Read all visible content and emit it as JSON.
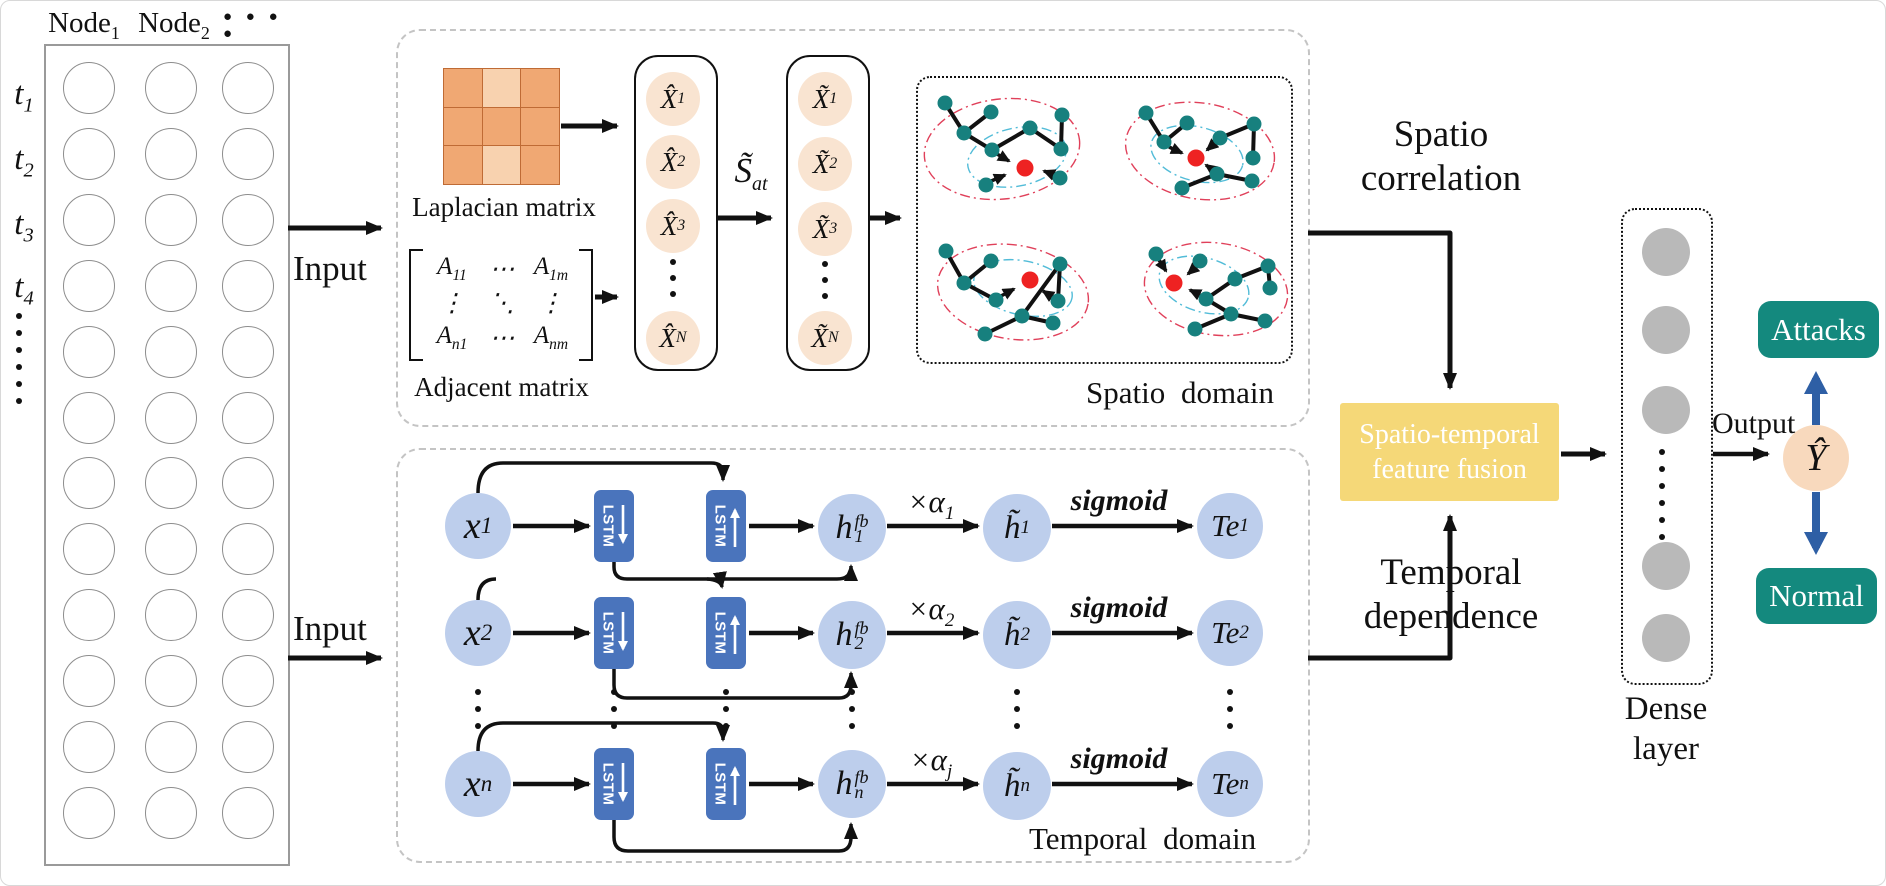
{
  "left_panel": {
    "headers": [
      {
        "base": "Node",
        "sub": "1"
      },
      {
        "base": "Node",
        "sub": "2"
      }
    ],
    "header_dots": "● ● ● ●",
    "time_labels": [
      {
        "base": "t",
        "sub": "1"
      },
      {
        "base": "t",
        "sub": "2"
      },
      {
        "base": "t",
        "sub": "3"
      },
      {
        "base": "t",
        "sub": "4"
      }
    ],
    "grid": {
      "rows": 12,
      "cols": 3
    }
  },
  "input_labels": {
    "top": "Input",
    "bottom": "Input"
  },
  "spatio": {
    "laplacian_label": "Laplacian matrix",
    "laplacian_cells": [
      "d",
      "l",
      "d",
      "d",
      "d",
      "d",
      "d",
      "l",
      "d"
    ],
    "adjacency": {
      "r1c1": {
        "base": "A",
        "sub": "11"
      },
      "r1c2": "⋯",
      "r1c3": {
        "base": "A",
        "sub": "1m"
      },
      "r2c1": "⋮",
      "r2c2": "⋱",
      "r2c3": "⋮",
      "r3c1": {
        "base": "A",
        "sub": "n1"
      },
      "r3c2": "⋯",
      "r3c3": {
        "base": "A",
        "sub": "nm"
      }
    },
    "adjacent_label": "Adjacent matrix",
    "xhat_column": [
      {
        "base": "X̂",
        "sub": "1"
      },
      {
        "base": "X̂",
        "sub": "2"
      },
      {
        "base": "X̂",
        "sub": "3"
      },
      {
        "base": "X̂",
        "sub": "N"
      }
    ],
    "transform_label": {
      "base": "S̃",
      "sub": "at"
    },
    "xtilde_column": [
      {
        "base": "X̃",
        "sub": "1"
      },
      {
        "base": "X̃",
        "sub": "2"
      },
      {
        "base": "X̃",
        "sub": "3"
      },
      {
        "base": "X̃",
        "sub": "N"
      }
    ],
    "domain_label": "Spatio domain"
  },
  "temporal": {
    "lstm_label": "LSTM",
    "sigmoid_label": "sigmoid",
    "rows": [
      {
        "x": {
          "base": "x",
          "sub": "1"
        },
        "h": {
          "base": "h",
          "sub": "1",
          "sup": "fb"
        },
        "alpha": {
          "base": "×α",
          "sub": "1"
        },
        "ht": {
          "base": "h̃",
          "sub": "1"
        },
        "te": {
          "base": "Te",
          "sub": "1"
        }
      },
      {
        "x": {
          "base": "x",
          "sub": "2"
        },
        "h": {
          "base": "h",
          "sub": "2",
          "sup": "fb"
        },
        "alpha": {
          "base": "×α",
          "sub": "2"
        },
        "ht": {
          "base": "h̃",
          "sub": "2"
        },
        "te": {
          "base": "Te",
          "sub": "2"
        }
      },
      {
        "x": {
          "base": "x",
          "sub": "n"
        },
        "h": {
          "base": "h",
          "sub": "n",
          "sup": "fb"
        },
        "alpha": {
          "base": "×α",
          "sub": "j"
        },
        "ht": {
          "base": "h̃",
          "sub": "n"
        },
        "te": {
          "base": "Te",
          "sub": "n"
        }
      }
    ],
    "domain_label": "Temporal domain"
  },
  "fusion": {
    "line1": "Spatio-temporal",
    "line2": "feature fusion"
  },
  "flow_labels": {
    "spatio_correlation": [
      "Spatio",
      "correlation"
    ],
    "temporal_dependence": [
      "Temporal",
      "dependence"
    ],
    "output": "Output",
    "dense_layer": [
      "Dense",
      "layer"
    ]
  },
  "classifier": {
    "y_hat": "Ŷ",
    "attacks": "Attacks",
    "normal": "Normal"
  },
  "dense": {
    "circles": 5
  },
  "colors": {
    "lstm_blue": "#4a74bc",
    "node_blue": "#bdceec",
    "peach": "#f9e4d1",
    "peach_dark": "#f8d9bd",
    "lap_dark": "#f0a873",
    "lap_light": "#f8d2af",
    "lap_border": "#bf6b35",
    "fusion_yellow": "#f5d878",
    "teal_box": "#14897e",
    "arrow_blue": "#2e5fa5",
    "graph_teal": "#17807e",
    "graph_red": "#ee2222",
    "contour_red": "#e0405a",
    "contour_cyan": "#52bcd8",
    "dense_gray": "#b9b9b9"
  }
}
